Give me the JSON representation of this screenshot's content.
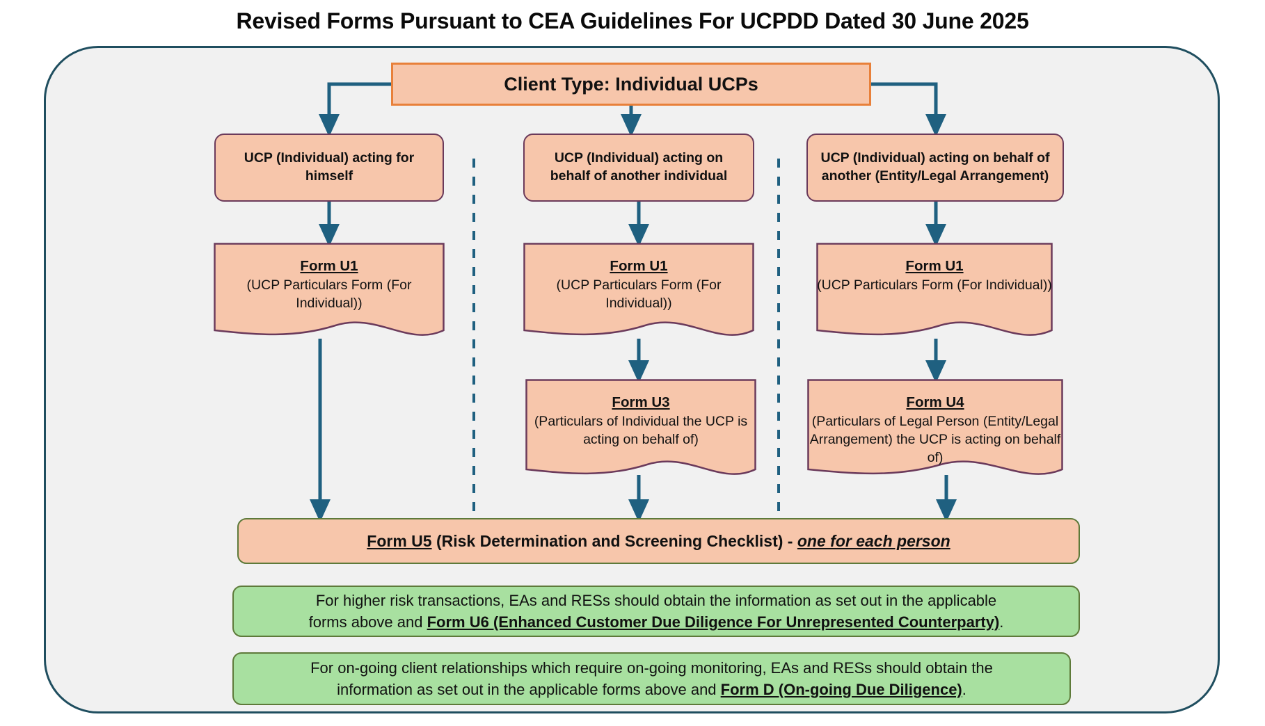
{
  "title": "Revised Forms Pursuant to CEA Guidelines For UCPDD Dated 30 June 2025",
  "colors": {
    "container_border": "#1f4e5f",
    "container_fill": "#f1f1f1",
    "node_fill": "#f7c6ab",
    "node_border": "#6b3a5b",
    "top_node_border": "#e8803a",
    "connector": "#1f6080",
    "divider": "#1f6080",
    "note_fill": "#a8e0a0",
    "note_border": "#5e7a3a"
  },
  "root": {
    "label": "Client Type: Individual UCPs"
  },
  "branches": [
    {
      "id": "branch-acting-for-himself",
      "label": "UCP (Individual) acting for himself"
    },
    {
      "id": "branch-acting-for-individual",
      "label": "UCP (Individual) acting on behalf of another individual"
    },
    {
      "id": "branch-acting-for-entity",
      "label": "UCP (Individual) acting on behalf of another (Entity/Legal Arrangement)"
    }
  ],
  "forms": {
    "u1a": {
      "id": "Form U1",
      "desc": "(UCP Particulars Form (For Individual))"
    },
    "u1b": {
      "id": "Form U1",
      "desc": "(UCP Particulars Form (For Individual))"
    },
    "u1c": {
      "id": "Form U1",
      "desc": "(UCP Particulars Form (For Individual))"
    },
    "u3": {
      "id": "Form U3",
      "desc": "(Particulars of Individual the UCP is acting on behalf of)"
    },
    "u4": {
      "id": "Form U4",
      "desc": "(Particulars of Legal Person (Entity/Legal Arrangement) the UCP is acting on behalf of)"
    }
  },
  "u5": {
    "form": "Form U5",
    "middle": " (Risk Determination and Screening Checklist) - ",
    "emphasis": "one for each person"
  },
  "notes": [
    {
      "id": "note-higher-risk",
      "line1": "For higher risk transactions, EAs and RESs should obtain the information as set out in the applicable",
      "line2_pre": "forms above and ",
      "line2_bold": "Form U6 (Enhanced Customer Due Diligence For Unrepresented Counterparty)",
      "line2_post": "."
    },
    {
      "id": "note-ongoing",
      "line1": "For on-going client relationships which require on-going monitoring, EAs and RESs should obtain the",
      "line2_pre": "information as set out in the applicable forms above and ",
      "line2_bold": "Form D (On-going Due Diligence)",
      "line2_post": "."
    }
  ]
}
